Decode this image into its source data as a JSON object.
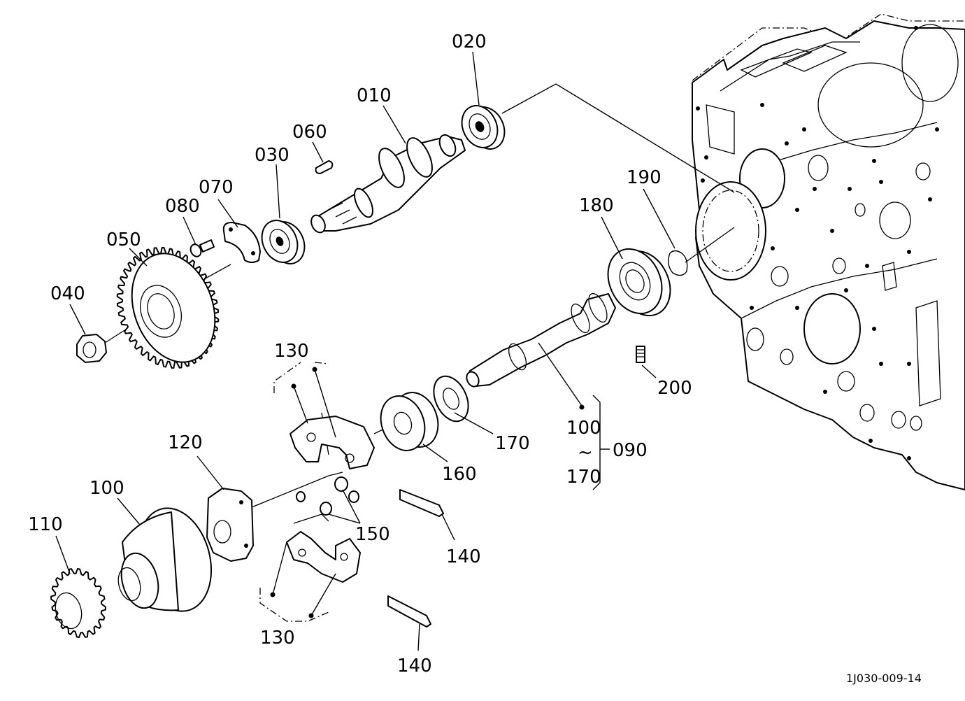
{
  "drawing_code": "1J030-009-14",
  "labels": {
    "p010": "010",
    "p020": "020",
    "p030": "030",
    "p040": "040",
    "p050": "050",
    "p060": "060",
    "p070": "070",
    "p080": "080",
    "p090": "090",
    "p100_top": "100",
    "p100_bottom": "100",
    "tilde": "~",
    "p110": "110",
    "p120": "120",
    "p130_top": "130",
    "p130_bottom": "130",
    "p140_top": "140",
    "p140_bottom": "140",
    "p150": "150",
    "p160": "160",
    "p170_range": "170",
    "p170_shim": "170",
    "p180": "180",
    "p190": "190",
    "p200": "200"
  }
}
